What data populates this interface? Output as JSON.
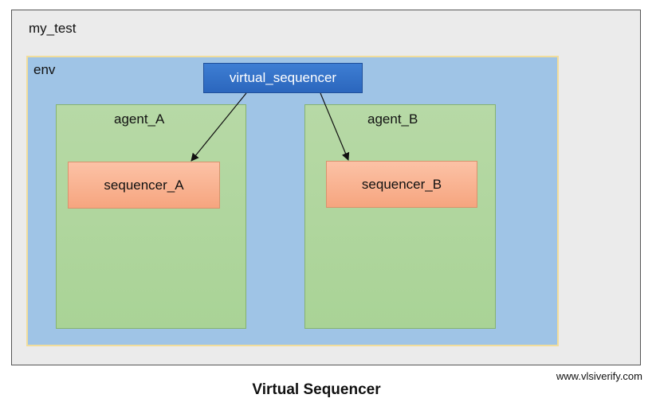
{
  "test": {
    "label": "my_test"
  },
  "env": {
    "label": "env"
  },
  "virtual_sequencer": {
    "label": "virtual_sequencer"
  },
  "agents": [
    {
      "label": "agent_A",
      "sequencer": "sequencer_A"
    },
    {
      "label": "agent_B",
      "sequencer": "sequencer_B"
    }
  ],
  "footer": {
    "website": "www.vlsiverify.com",
    "caption": "Virtual Sequencer"
  },
  "colors": {
    "test_bg": "#ebebeb",
    "env_bg": "#9fc4e6",
    "agent_bg": "#b7d9a6",
    "sequencer_bg": "#fcc2a6",
    "virtual_sequencer_bg": "#3e7ed3"
  }
}
